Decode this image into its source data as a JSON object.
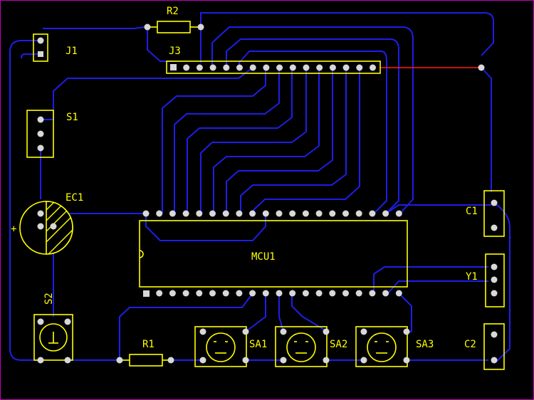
{
  "labels": {
    "r2": "R2",
    "j1": "J1",
    "j3": "J3",
    "s1": "S1",
    "ec1": "EC1",
    "mcu1": "MCU1",
    "s2": "S2",
    "r1": "R1",
    "sa1": "SA1",
    "sa2": "SA2",
    "sa3": "SA3",
    "c1": "C1",
    "y1": "Y1",
    "c2": "C2",
    "plus": "+"
  },
  "colors": {
    "background": "#000000",
    "trace": "#1e1ee8",
    "silkscreen": "#ffff00",
    "pad": "#d8d8d8",
    "jumper": "#ff1a1a",
    "frame": "#c000c0"
  }
}
